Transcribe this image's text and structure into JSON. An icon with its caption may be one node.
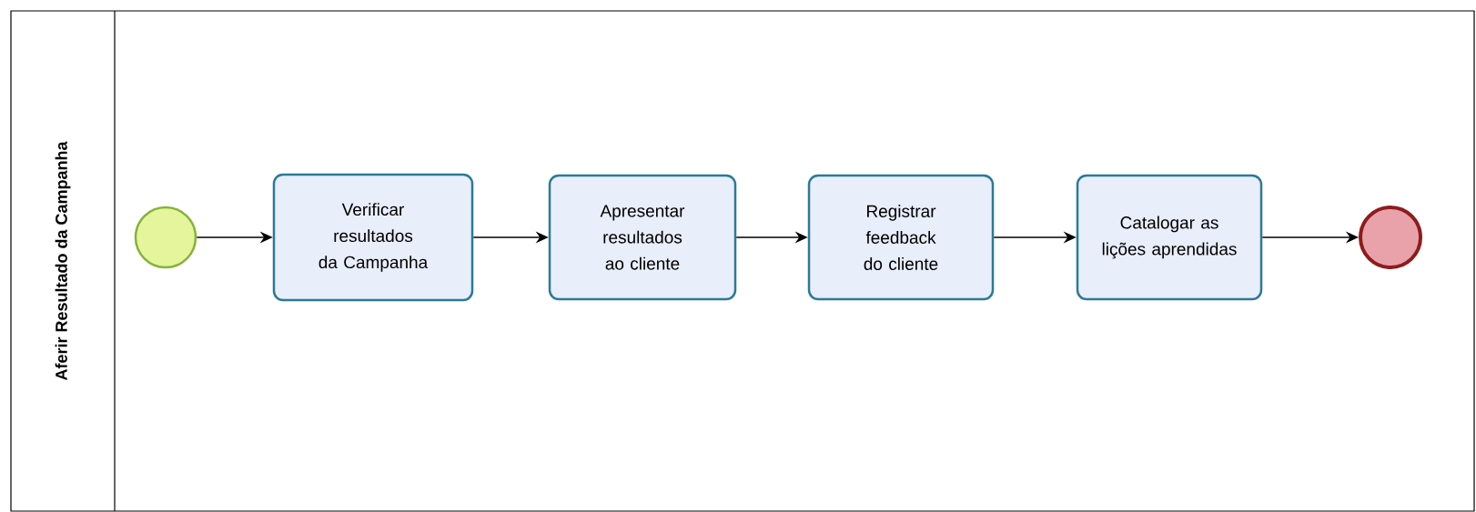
{
  "diagram": {
    "nodes": [
      {
        "text": [
          "Aferir Resultado da Campanha"
        ]
      },
      {
        "text": [],
        "shape": "circle",
        "in": 0
      },
      {
        "text": [
          "Verificar resultados da Campanha"
        ],
        "in": 0
      },
      {
        "text": [
          "Apresentar resultados ao cliente"
        ],
        "in": 0
      },
      {
        "text": [
          "Registrar feedback do cliente"
        ],
        "in": 0
      },
      {
        "text": [
          "Catalogar as lições aprendidas"
        ],
        "in": 0
      },
      {
        "text": [],
        "shape": "circle",
        "in": 0
      }
    ],
    "edges": [
      {
        "from": 1,
        "to": 2,
        "arrow": "to"
      },
      {
        "from": 2,
        "to": 3,
        "arrow": "to"
      },
      {
        "from": 3,
        "to": 4,
        "arrow": "to"
      },
      {
        "from": 4,
        "to": 5,
        "arrow": "to"
      },
      {
        "from": 5,
        "to": 6,
        "arrow": "to"
      }
    ]
  }
}
